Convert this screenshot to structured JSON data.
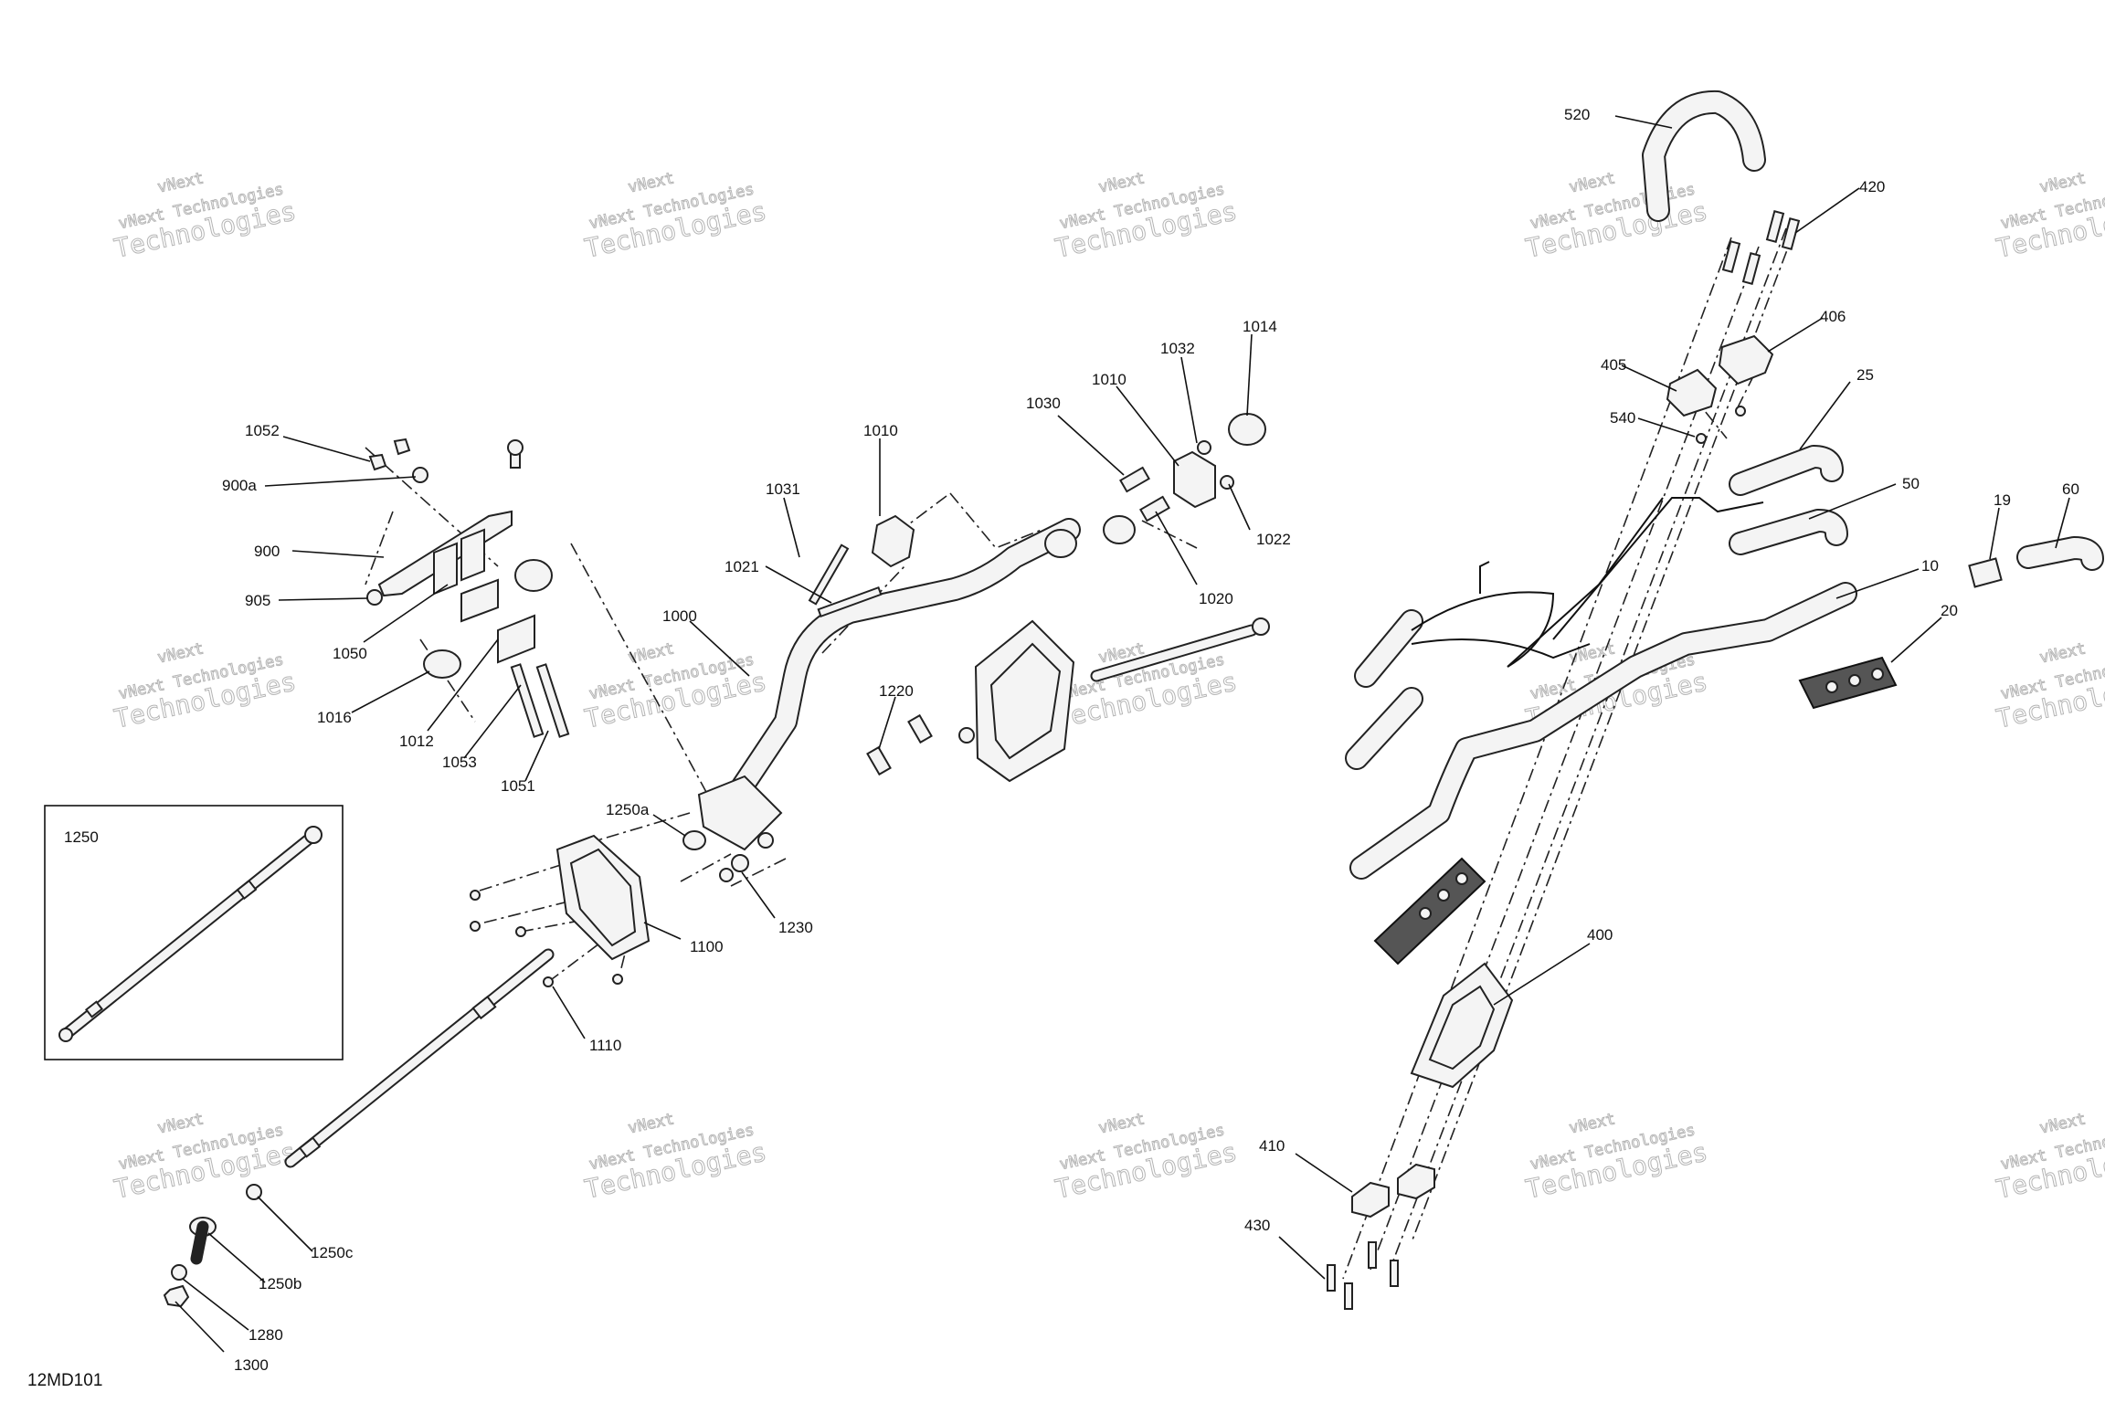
{
  "watermark": {
    "line1": "vNext Technologies",
    "line2": "Technologies",
    "line3": "vNext"
  },
  "inset_label": "1250",
  "drawing_code": "12MD101",
  "callouts": [
    "520",
    "420",
    "406",
    "405",
    "540",
    "25",
    "50",
    "19",
    "60",
    "10",
    "20",
    "400",
    "410",
    "430",
    "1014",
    "1032",
    "1010",
    "1030",
    "1022",
    "1020",
    "1031",
    "1021",
    "1000",
    "1052",
    "900a",
    "900",
    "905",
    "1050",
    "1016",
    "1012",
    "1053",
    "1051",
    "1220",
    "1250a",
    "1230",
    "1100",
    "1110",
    "1250c",
    "1250b",
    "1280",
    "1300"
  ]
}
